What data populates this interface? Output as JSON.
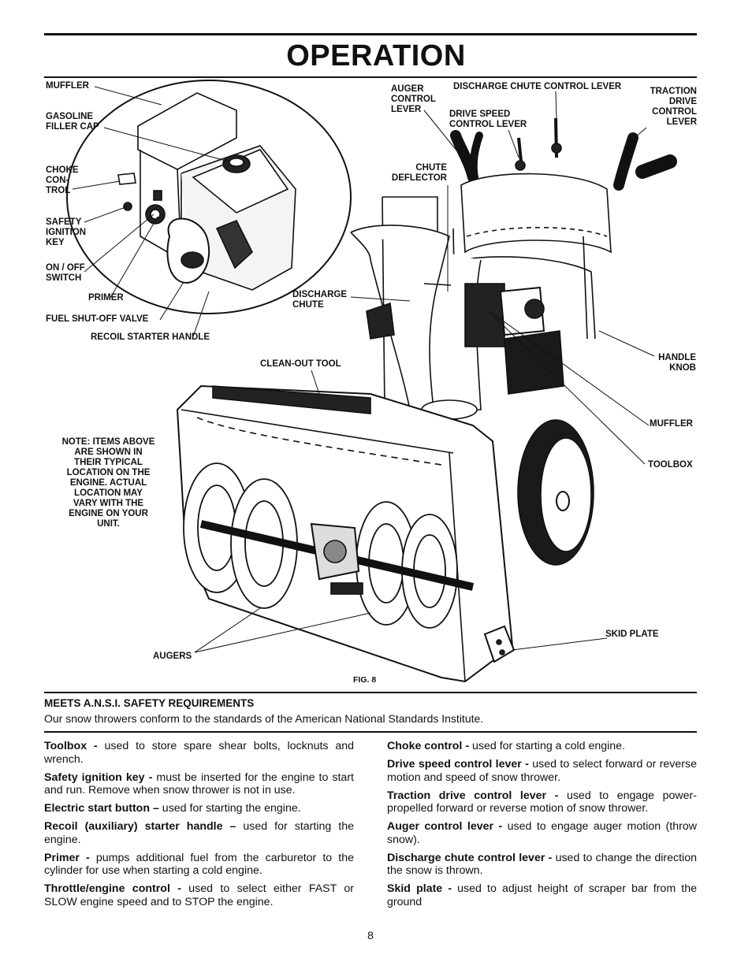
{
  "header": {
    "title": "OPERATION"
  },
  "figure": {
    "caption": "FIG. 8",
    "labels": {
      "muffler_top": "MUFFLER",
      "gas_cap": "GASOLINE\nFILLER CAP",
      "choke": "CHOKE\nCON-\nTROL",
      "safety_key": "SAFETY\nIGNITION\nKEY",
      "on_off": "ON / OFF\nSWITCH",
      "primer": "PRIMER",
      "fuel_valve": "FUEL SHUT-OFF VALVE",
      "recoil": "RECOIL STARTER HANDLE",
      "auger_lever": "AUGER\nCONTROL\nLEVER",
      "chute_lever": "DISCHARGE CHUTE CONTROL LEVER",
      "drive_speed": "DRIVE SPEED\nCONTROL LEVER",
      "traction": "TRACTION\nDRIVE\nCONTROL\nLEVER",
      "chute_deflector": "CHUTE\nDEFLECTOR",
      "discharge_chute": "DISCHARGE\nCHUTE",
      "clean_out": "CLEAN-OUT TOOL",
      "handle_knob": "HANDLE\nKNOB",
      "muffler_right": "MUFFLER",
      "toolbox": "TOOLBOX",
      "note": "NOTE: ITEMS ABOVE\nARE SHOWN IN\nTHEIR TYPICAL\nLOCATION ON THE\nENGINE.  ACTUAL\nLOCATION MAY\nVARY WITH THE\nENGINE ON YOUR\nUNIT.",
      "skid_plate": "SKID PLATE",
      "augers": "AUGERS"
    }
  },
  "ansi": {
    "heading": "MEETS A.N.S.I. SAFETY REQUIREMENTS",
    "text": "Our snow throwers conform to the standards of the American National Standards Institute."
  },
  "definitions_left": [
    {
      "term": "Toolbox -",
      "desc": " used to store spare shear bolts, locknuts and wrench."
    },
    {
      "term": "Safety ignition key -",
      "desc": " must be inserted for the engine to start and run.  Remove when snow thrower is not in use."
    },
    {
      "term": "Electric start button –",
      "desc": " used for starting the engine."
    },
    {
      "term": "Recoil (auxiliary) starter handle –",
      "desc": " used for starting the engine."
    },
    {
      "term": "Primer -",
      "desc": " pumps additional fuel from the carburetor to the cylinder for use when starting a cold engine."
    },
    {
      "term": "Throttle/engine control -",
      "desc": " used to select either FAST or SLOW engine speed and to STOP the engine."
    }
  ],
  "definitions_right": [
    {
      "term": "Choke control -",
      "desc": " used for starting a cold engine."
    },
    {
      "term": "Drive speed control lever -",
      "desc": " used to select forward or reverse motion and speed of snow thrower."
    },
    {
      "term": "Traction drive control lever -",
      "desc": " used to engage power-propelled forward or reverse motion of snow thrower."
    },
    {
      "term": "Auger control lever -",
      "desc": " used to engage auger motion (throw snow)."
    },
    {
      "term": "Discharge chute control lever -",
      "desc": " used to change the direction the snow is thrown."
    },
    {
      "term": "Skid plate -",
      "desc": " used to adjust height of scraper bar from the ground"
    }
  ],
  "page_number": "8"
}
